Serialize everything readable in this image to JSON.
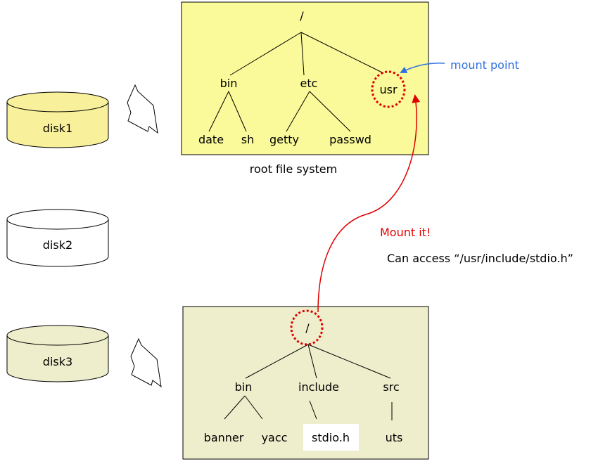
{
  "disks": [
    {
      "label": "disk1",
      "fill": "#f8f09a"
    },
    {
      "label": "disk2",
      "fill": "#ffffff"
    },
    {
      "label": "disk3",
      "fill": "#eeeecc"
    }
  ],
  "root_fs": {
    "caption": "root file system",
    "fill": "#fafa9a",
    "nodes": {
      "root": "/",
      "bin": "bin",
      "etc": "etc",
      "usr": "usr",
      "date": "date",
      "sh": "sh",
      "getty": "getty",
      "passwd": "passwd"
    }
  },
  "mounted_fs": {
    "fill": "#eeeecc",
    "nodes": {
      "root": "/",
      "bin": "bin",
      "include": "include",
      "src": "src",
      "banner": "banner",
      "yacc": "yacc",
      "stdio": "stdio.h",
      "uts": "uts"
    }
  },
  "annotations": {
    "mount_point": "mount point",
    "mount_it": "Mount it!",
    "access": "Can access “/usr/include/stdio.h”"
  },
  "colors": {
    "blue": "#2f6fe0",
    "red": "#e00000"
  }
}
